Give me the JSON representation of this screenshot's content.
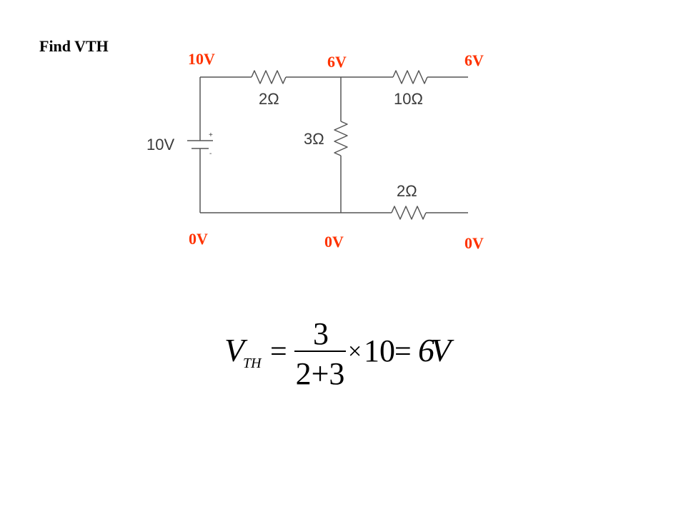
{
  "title": "Find VTH",
  "node_color": "#ff3300",
  "wire_color": "#555555",
  "nodes": {
    "top_left": "10V",
    "top_mid": "6V",
    "top_right": "6V",
    "bottom_left": "0V",
    "bottom_mid": "0V",
    "bottom_right": "0V"
  },
  "components": {
    "r_top_left": "2Ω",
    "r_top_right": "10Ω",
    "r_shunt": "3Ω",
    "r_bottom": "2Ω",
    "source": "10V",
    "source_plus": "+",
    "source_minus": "-"
  },
  "equation": {
    "lhs_v": "V",
    "lhs_sub": "TH",
    "eq1": "=",
    "numerator": "3",
    "denominator": "2+3",
    "times": "×",
    "ten": "10",
    "eq2": "=",
    "result_num": "6",
    "result_v": "V"
  }
}
